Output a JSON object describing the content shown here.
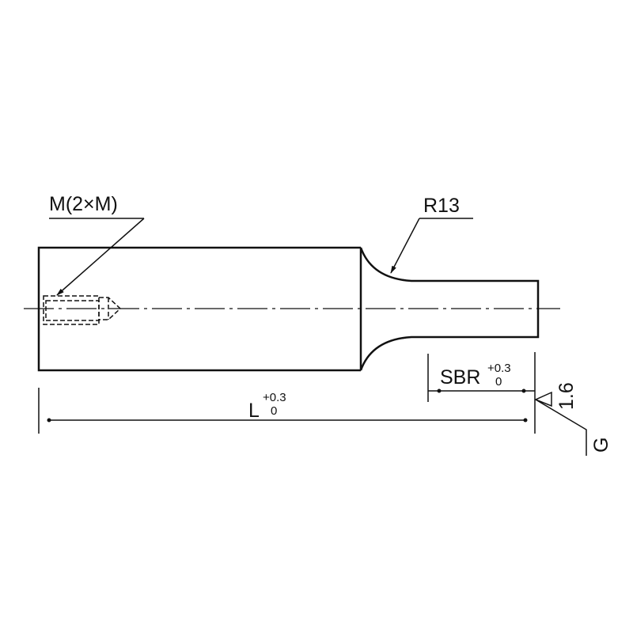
{
  "labels": {
    "thread": "M(2×M)",
    "radius": "R13",
    "length": "L",
    "length_tol_upper": "+0.3",
    "length_tol_lower": "0",
    "sbr": "SBR",
    "sbr_tol_upper": "+0.3",
    "sbr_tol_lower": "0",
    "roughness": "1.6",
    "finish": "G"
  }
}
